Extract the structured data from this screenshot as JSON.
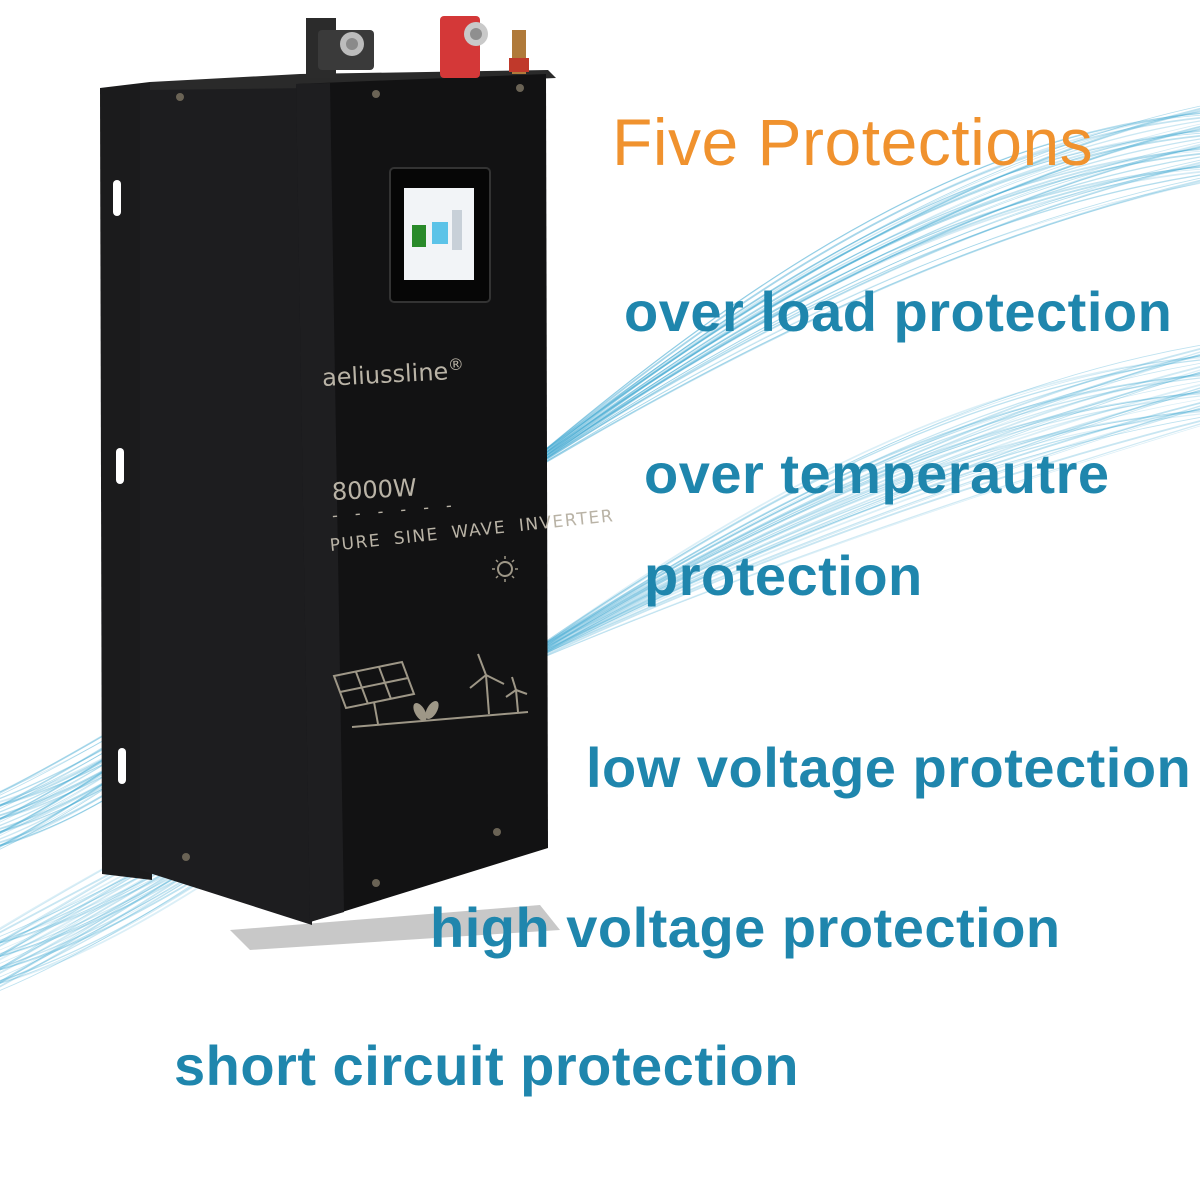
{
  "heading": "Five Protections",
  "protections": [
    {
      "id": "overload",
      "lines": [
        "over load protection"
      ]
    },
    {
      "id": "overtemp",
      "lines": [
        "over temperautre",
        "protection"
      ]
    },
    {
      "id": "lowvolt",
      "lines": [
        "low voltage protection"
      ]
    },
    {
      "id": "highvolt",
      "lines": [
        "high voltage protection"
      ]
    },
    {
      "id": "shortcircuit",
      "lines": [
        "short circuit protection"
      ]
    }
  ],
  "device": {
    "brand": "aeliussline",
    "registered_mark": "®",
    "power": "8000W",
    "dashes": "- - - - - -",
    "model": "PURE SINE WAVE INVERTER",
    "body_color": "#111112",
    "text_color": "#b9b3a6",
    "positive_terminal_color": "#d43838"
  },
  "colors": {
    "heading": "#f0922e",
    "protection_text": "#1f86ad",
    "wave": "#3aa6d0"
  },
  "icons": [
    "sun-icon",
    "solar-panel-icon",
    "wind-turbine-icon",
    "plant-icon"
  ]
}
